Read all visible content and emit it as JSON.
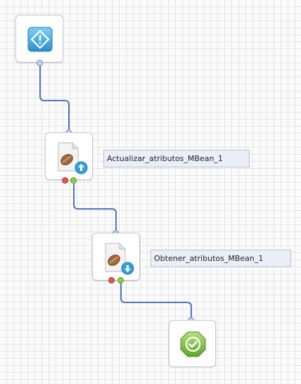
{
  "diagram": {
    "nodes": [
      {
        "id": "start",
        "type": "start-event",
        "icon": "start-diamond-icon"
      },
      {
        "id": "update",
        "type": "mbean-task",
        "label": "Actualizar_atributos_MBean_1",
        "icon": "bean-document-icon",
        "badge": "upload-arrow-icon"
      },
      {
        "id": "get",
        "type": "mbean-task",
        "label": "Obtener_atributos_MBean_1",
        "icon": "bean-document-icon",
        "badge": "download-arrow-icon"
      },
      {
        "id": "end",
        "type": "end-event",
        "icon": "success-check-icon"
      }
    ],
    "connections": [
      {
        "from": "start",
        "to": "update"
      },
      {
        "from": "update",
        "to": "get"
      },
      {
        "from": "get",
        "to": "end"
      }
    ],
    "colors": {
      "connector": "#5273b8",
      "start_icon": "#3a9ed6",
      "end_icon": "#7cc043",
      "label_bg": "#e9eef8"
    }
  }
}
